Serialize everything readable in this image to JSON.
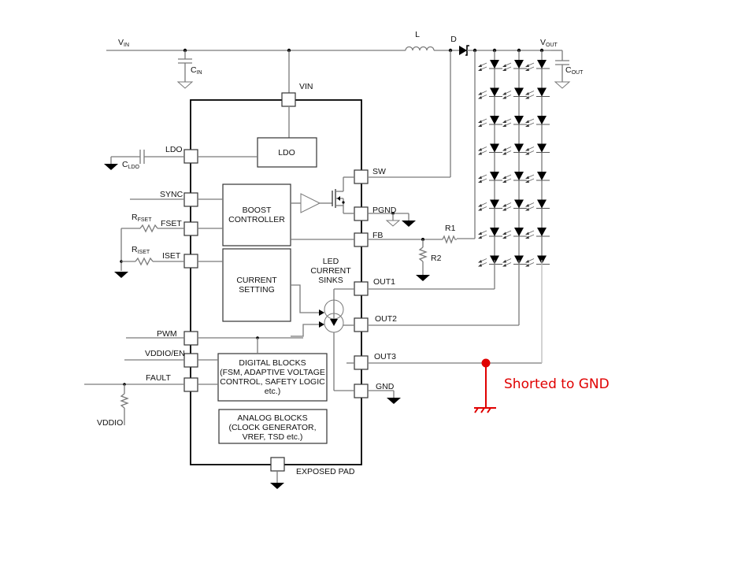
{
  "diagram": {
    "title": "LED driver boost schematic with OUT3 shorted to GND",
    "nets": {
      "vin": "V",
      "vin_sub": "IN",
      "cin": "C",
      "cin_sub": "IN",
      "inductor": "L",
      "diode": "D",
      "vout": "V",
      "vout_sub": "OUT",
      "cout": "C",
      "cout_sub": "OUT",
      "cldo": "C",
      "cldo_sub": "LDO",
      "rfset": "R",
      "rfset_sub": "FSET",
      "riset": "R",
      "riset_sub": "ISET",
      "r1": "R1",
      "r2": "R2",
      "vddio_pullup": "VDDIO"
    },
    "pins": {
      "vin": "VIN",
      "ldo": "LDO",
      "sync": "SYNC",
      "fset": "FSET",
      "iset": "ISET",
      "pwm": "PWM",
      "vddio_en": "VDDIO/EN",
      "fault": "FAULT",
      "sw": "SW",
      "pgnd": "PGND",
      "fb": "FB",
      "out1": "OUT1",
      "out2": "OUT2",
      "out3": "OUT3",
      "gnd": "GND",
      "exposed_pad": "EXPOSED PAD"
    },
    "blocks": {
      "ldo": "LDO",
      "boost_line1": "BOOST",
      "boost_line2": "CONTROLLER",
      "current_line1": "CURRENT",
      "current_line2": "SETTING",
      "sinks_line1": "LED",
      "sinks_line2": "CURRENT",
      "sinks_line3": "SINKS",
      "digital_line1": "DIGITAL BLOCKS",
      "digital_line2": "(FSM, ADAPTIVE VOLTAGE",
      "digital_line3": "CONTROL, SAFETY LOGIC",
      "digital_line4": "etc.)",
      "analog_line1": "ANALOG BLOCKS",
      "analog_line2": "(CLOCK GENERATOR,",
      "analog_line3": "VREF, TSD etc.)"
    },
    "led_array": {
      "strings": 3,
      "leds_per_string": 8
    },
    "annotation": {
      "text": "Shorted to GND",
      "color": "#e00000"
    }
  }
}
